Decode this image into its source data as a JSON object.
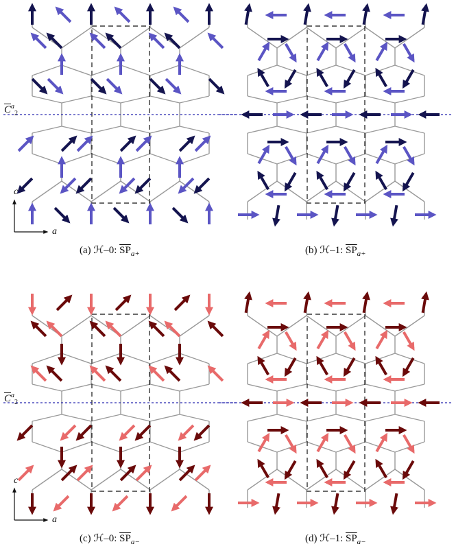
{
  "colors": {
    "blue_dark": "#14144f",
    "blue_light": "#5b55c4",
    "red_dark": "#6a0a0a",
    "red_light": "#e86a6a",
    "lattice": "#9a9a9a",
    "mirror_line": "#2b2bb0"
  },
  "panels": [
    {
      "id": "a",
      "caption_prefix": "(a) ℋ–0: ",
      "caption_sp": "SP",
      "caption_sub": "a+",
      "mode": "up",
      "theme": "blue",
      "c2_label": true,
      "axes": true
    },
    {
      "id": "b",
      "caption_prefix": "(b) ℋ–1: ",
      "caption_sp": "SP",
      "caption_sub": "a+",
      "mode": "ring",
      "theme": "blue",
      "c2_label": false,
      "axes": false
    },
    {
      "id": "c",
      "caption_prefix": "(c) ℋ–0: ",
      "caption_sp": "SP",
      "caption_sub": "a−",
      "mode": "down",
      "theme": "red",
      "c2_label": true,
      "axes": true
    },
    {
      "id": "d",
      "caption_prefix": "(d) ℋ–1: ",
      "caption_sp": "SP",
      "caption_sub": "a−",
      "mode": "ring",
      "theme": "red",
      "c2_label": false,
      "axes": false
    }
  ],
  "c2_label": {
    "base": "C",
    "sup": "a",
    "sub": "2"
  },
  "axes": {
    "c": "c",
    "a": "a"
  }
}
